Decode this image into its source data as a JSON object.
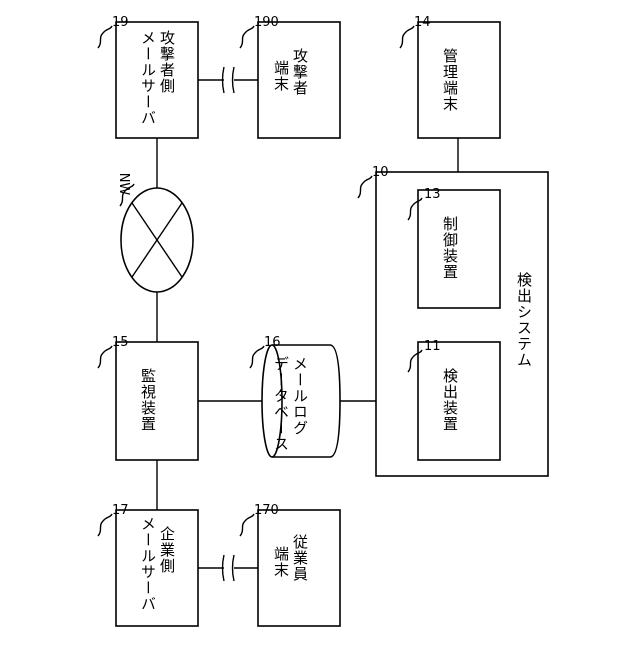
{
  "nodes": {
    "attacker_mail_server": {
      "ref": "19",
      "lines": [
        "攻撃者側",
        "メールサーバ"
      ]
    },
    "attacker_terminal": {
      "ref": "190",
      "lines": [
        "攻撃者",
        "端末"
      ]
    },
    "management_terminal": {
      "ref": "14",
      "lines": [
        "管理端末"
      ]
    },
    "network": {
      "ref": "NW"
    },
    "detection_system": {
      "ref": "10",
      "label": "検出システム"
    },
    "control_device": {
      "ref": "13",
      "lines": [
        "制御装置"
      ]
    },
    "monitoring_device": {
      "ref": "15",
      "lines": [
        "監視装置"
      ]
    },
    "mail_log_db": {
      "ref": "16",
      "lines": [
        "メールログ",
        "データベース"
      ]
    },
    "detection_device": {
      "ref": "11",
      "lines": [
        "検出装置"
      ]
    },
    "company_mail_server": {
      "ref": "17",
      "lines": [
        "企業側",
        "メールサーバ"
      ]
    },
    "employee_terminal": {
      "ref": "170",
      "lines": [
        "従業員",
        "端末"
      ]
    }
  }
}
